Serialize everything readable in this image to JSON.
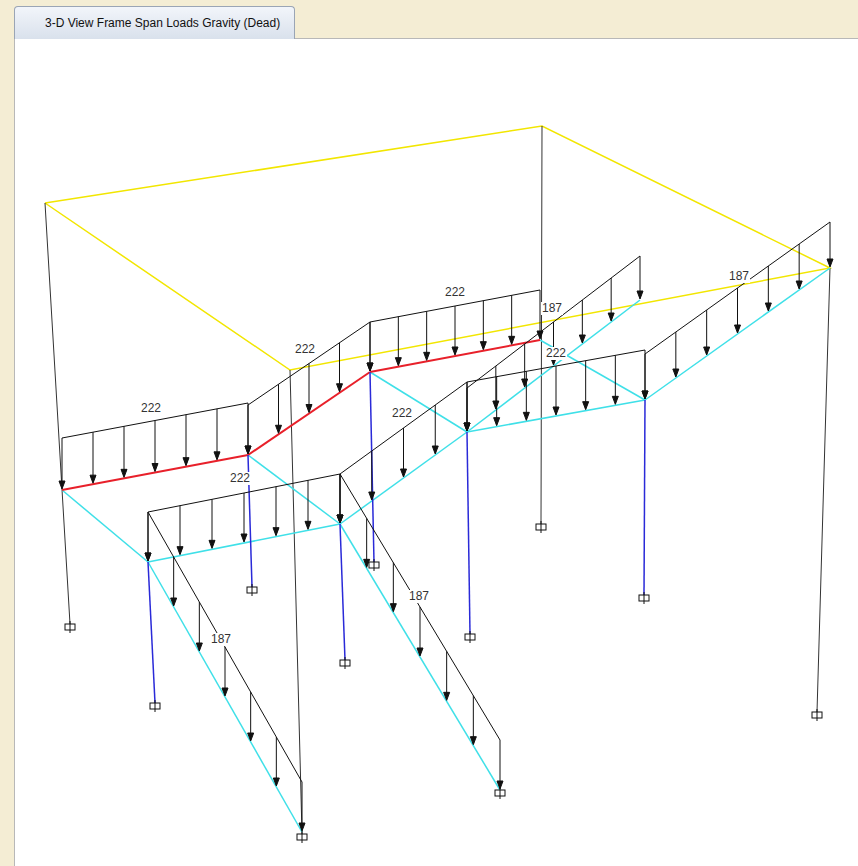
{
  "diagram": {
    "title": "3-D View  Frame Span Loads Gravity (Dead)",
    "labels": [
      "222",
      "187",
      "222",
      "222",
      "187",
      "222",
      "222",
      "222",
      "187",
      "187"
    ]
  }
}
